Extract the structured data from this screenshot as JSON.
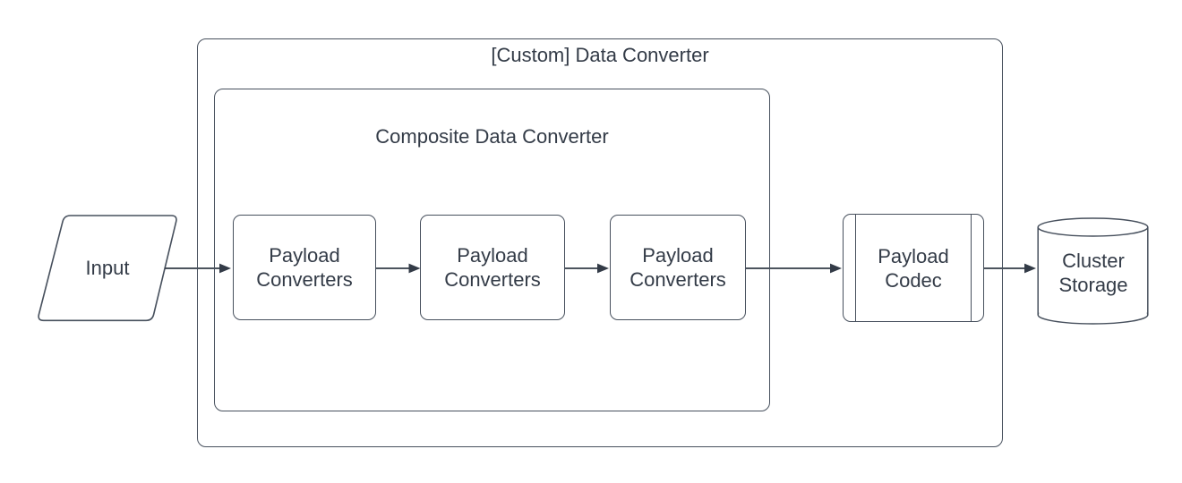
{
  "diagram": {
    "outer_group": {
      "label": "[Custom] Data Converter"
    },
    "composite_group": {
      "label": "Composite Data Converter"
    },
    "input": {
      "label": "Input"
    },
    "converters": [
      {
        "label": "Payload Converters"
      },
      {
        "label": "Payload Converters"
      },
      {
        "label": "Payload Converters"
      }
    ],
    "codec": {
      "label": "Payload Codec"
    },
    "storage": {
      "label": "Cluster Storage"
    },
    "colors": {
      "shape_stroke": "#47505d",
      "connector_stroke": "#333b47",
      "text": "#333b47",
      "background": "#ffffff"
    }
  }
}
